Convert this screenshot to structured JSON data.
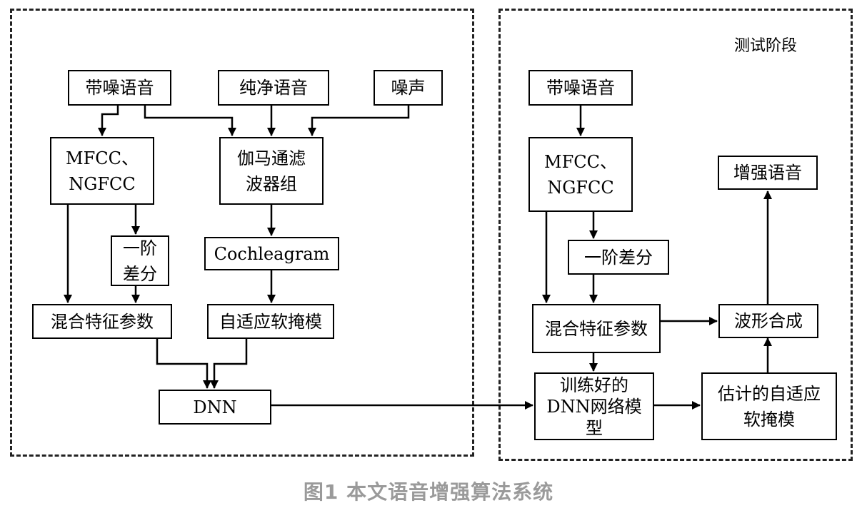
{
  "stage_label": "测试阶段",
  "caption": "图1 本文语音增强算法系统",
  "boxes": {
    "noisy_speech_left": "带噪语音",
    "clean_speech": "纯净语音",
    "noise": "噪声",
    "mfcc_ngfcc_left": "MFCC、\nNGFCC",
    "gammatone_filterbank": "伽马通滤\n波器组",
    "delta_left": "一阶\n差分",
    "cochleagram": "Cochleagram",
    "mixed_features_left": "混合特征参数",
    "adaptive_soft_mask": "自适应软掩模",
    "dnn": "DNN",
    "noisy_speech_right": "带噪语音",
    "mfcc_ngfcc_right": "MFCC、\nNGFCC",
    "enhanced_speech": "增强语音",
    "delta_right": "一阶差分",
    "mixed_features_right": "混合特征参数",
    "waveform_synthesis": "波形合成",
    "trained_dnn": "训练好的\nDNN网络模\n型",
    "estimated_mask": "估计的自适应\n软掩模"
  }
}
